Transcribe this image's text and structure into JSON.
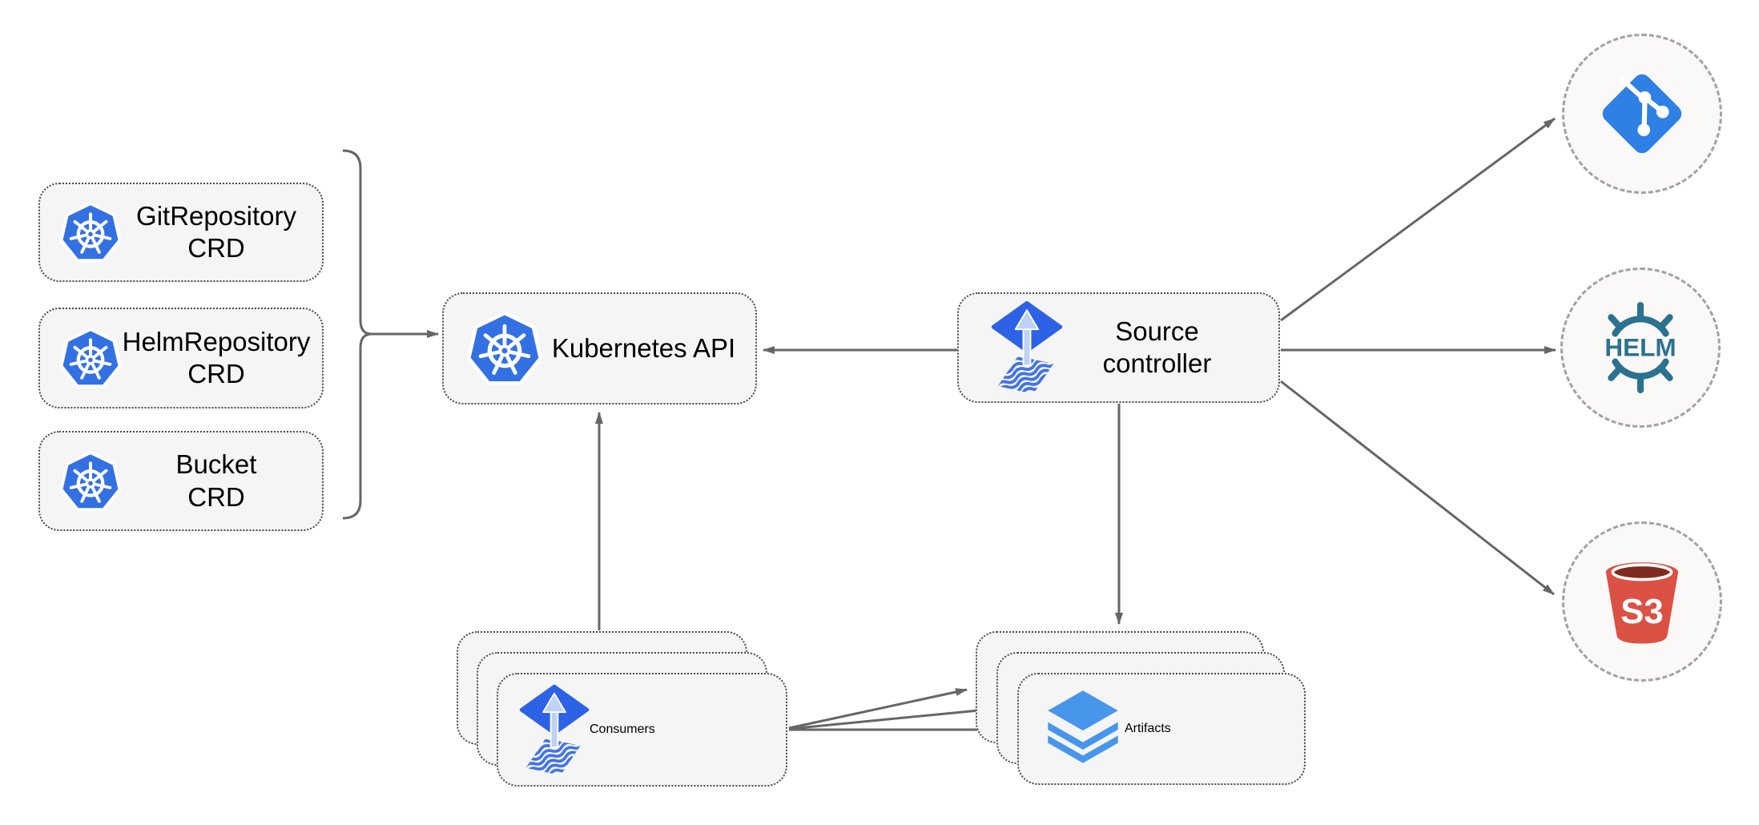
{
  "diagram": {
    "type": "architecture-flow",
    "description_nodes_count": 10
  },
  "nodes": {
    "git_crd": {
      "label": "GitRepository\nCRD",
      "icon": "kubernetes-wheel"
    },
    "helm_crd": {
      "label": "HelmRepository\nCRD",
      "icon": "kubernetes-wheel"
    },
    "bucket_crd": {
      "label": "Bucket\nCRD",
      "icon": "kubernetes-wheel"
    },
    "kubernetes_api": {
      "label": "Kubernetes API",
      "icon": "kubernetes-wheel"
    },
    "source_controller": {
      "label": "Source\ncontroller",
      "icon": "flux-source"
    },
    "consumers": {
      "label": "Consumers",
      "icon": "flux-source",
      "stacked": true
    },
    "artifacts": {
      "label": "Artifacts",
      "icon": "layers",
      "stacked": true
    }
  },
  "external_endpoints": {
    "git": {
      "icon": "git-branch-diamond",
      "icon_text": ""
    },
    "helm": {
      "icon": "helm-ship-wheel",
      "icon_text": "HELM"
    },
    "s3": {
      "icon": "s3-bucket",
      "icon_text": "S3"
    }
  },
  "icon_text": {
    "helm": "HELM",
    "s3": "S3"
  },
  "edges": [
    "crd-group-bracket -> kubernetes-api",
    "source-controller -> kubernetes-api",
    "consumers -> kubernetes-api",
    "source-controller -> artifacts",
    "source-controller -> git",
    "source-controller -> helm",
    "source-controller -> s3",
    "consumers -> artifacts (x3)"
  ],
  "colors": {
    "arrow_gray": "#666666",
    "box_fill": "#f5f5f5",
    "box_border": "#4a4a4a",
    "circle_fill": "#faf9f7",
    "circle_border": "#a2a2a2",
    "kubernetes_blue": "#3371e3",
    "flux_blue": "#2d62e6",
    "flux_arrow_light": "#bfd2f4",
    "flux_wave_blue": "#4273e8",
    "git_blue": "#2f80e4",
    "helm_teal": "#2b7291",
    "s3_red": "#db5144",
    "s3_dark_red": "#7e2c1f",
    "layers_blue": "#4796ec",
    "text_black": "#000000"
  }
}
